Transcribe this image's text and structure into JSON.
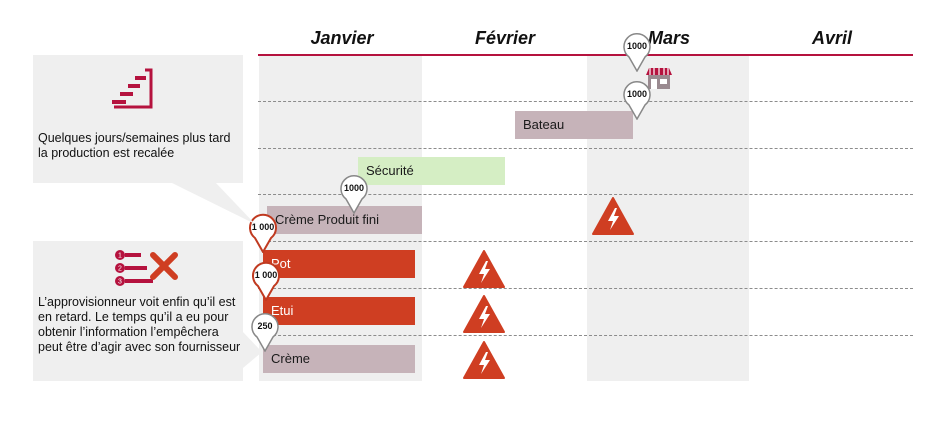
{
  "timeline": {
    "months": [
      "Janvier",
      "Février",
      "Mars",
      "Avril"
    ]
  },
  "bars": {
    "bateau": "Bateau",
    "securite": "Sécurité",
    "creme_produit_fini": "Crème Produit fini",
    "pot": "Pot",
    "etui": "Etui",
    "creme": "Crème"
  },
  "pins": {
    "mars_top": "1000",
    "mars_bateau": "1000",
    "securite": "1000",
    "creme_produit_fini": "1 000",
    "pot": "1 000",
    "etui": "250"
  },
  "callouts": {
    "production": "Quelques jours/semaines plus tard la production est recalée",
    "approvisionneur": "L’approvisionneur voit enfin qu’il est en retard. Le temps qu’il a eu pour obtenir l’information l’empêchera peut être d’agir avec son fournisseur"
  },
  "icons": {
    "steps_list_markers": [
      "1",
      "2",
      "3"
    ],
    "accent_color": "#b5123e",
    "warning_color": "#cf3e22"
  }
}
